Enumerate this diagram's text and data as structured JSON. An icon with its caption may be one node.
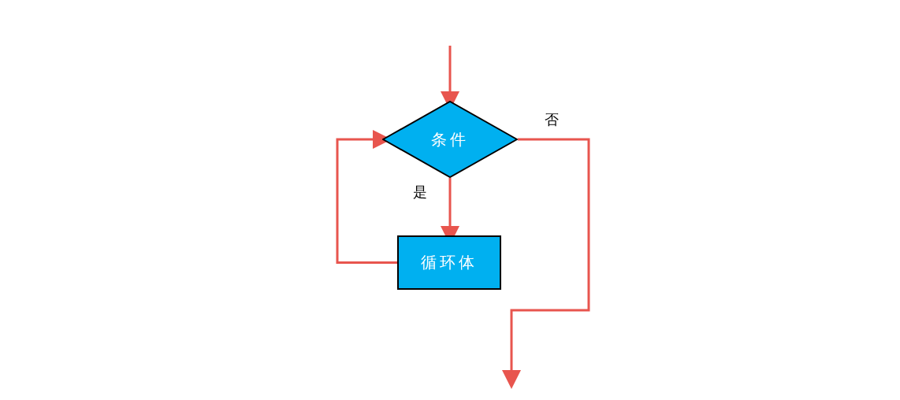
{
  "diagram": {
    "nodes": [
      {
        "text": [
          "条件"
        ]
      },
      {
        "text": [
          "循环体"
        ]
      }
    ],
    "edges": [
      {
        "from": null,
        "to": 0,
        "arrow": "to"
      },
      {
        "from": 0,
        "to": 1,
        "arrow": "to",
        "label": "是"
      },
      {
        "from": 1,
        "to": 0,
        "arrow": "to"
      },
      {
        "from": 0,
        "to": null,
        "arrow": "to",
        "label": "否"
      }
    ]
  }
}
